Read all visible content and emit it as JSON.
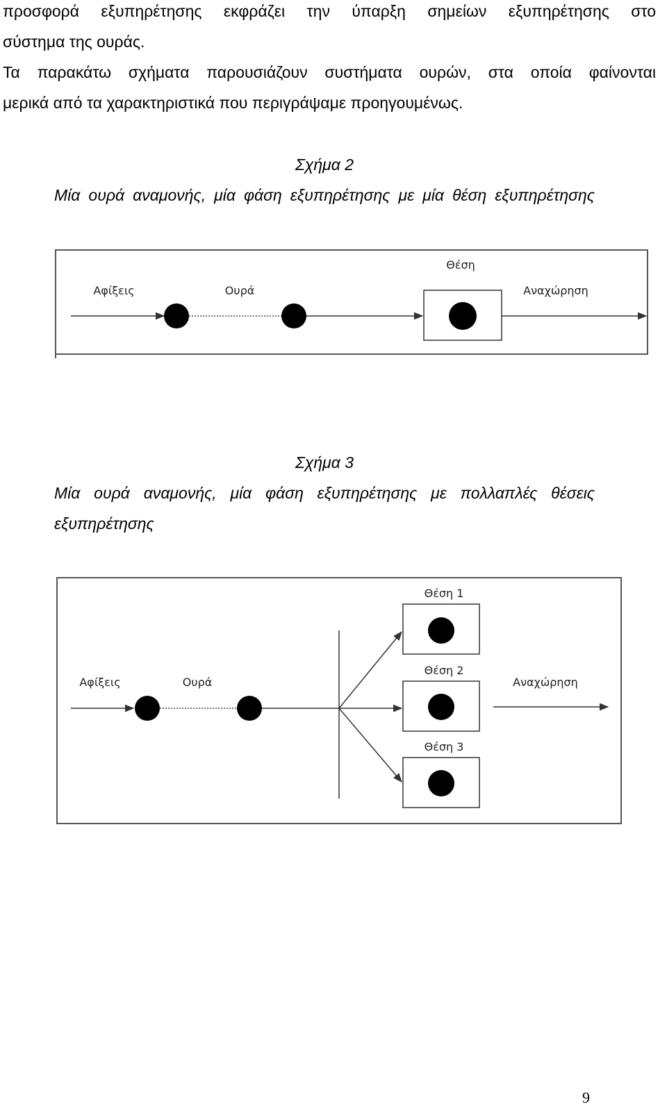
{
  "intro": {
    "line1": "προσφορά εξυπηρέτησης εκφράζει την ύπαρξη σημείων εξυπηρέτησης στο",
    "line2": "σύστημα της ουράς.",
    "line3": "Τα παρακάτω σχήματα παρουσιάζουν συστήματα ουρών, στα οποία φαίνονται",
    "line4": "μερικά από τα χαρακτηριστικά που περιγράψαμε προηγουμένως."
  },
  "figure2": {
    "title": "Σχήμα 2",
    "caption": "Μία ουρά αναμονής, μία φάση εξυπηρέτησης με μία θέση εξυπηρέτησης",
    "labels": {
      "arrivals": "Αφίξεις",
      "queue": "Ουρά",
      "station": "Θέση",
      "departure": "Αναχώρηση"
    }
  },
  "figure3": {
    "title": "Σχήμα 3",
    "caption_line1": "Μία ουρά αναμονής, μία φάση εξυπηρέτησης με πολλαπλές θέσεις",
    "caption_line2": "εξυπηρέτησης",
    "labels": {
      "arrivals": "Αφίξεις",
      "queue": "Ουρά",
      "station1": "Θέση 1",
      "station2": "Θέση 2",
      "station3": "Θέση 3",
      "departure": "Αναχώρηση"
    }
  },
  "page_number": "9"
}
